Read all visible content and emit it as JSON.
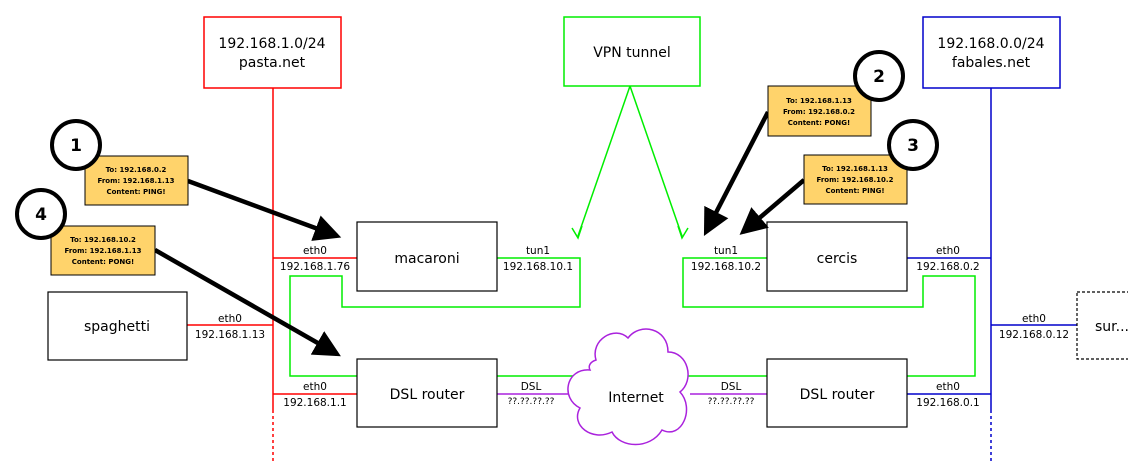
{
  "networks": {
    "left": {
      "line1": "192.168.1.0/24",
      "line2": "pasta.net",
      "color": "#ff0000"
    },
    "right": {
      "line1": "192.168.0.0/24",
      "line2": "fabales.net",
      "color": "#0000cc"
    },
    "vpn": {
      "label": "VPN tunnel",
      "color": "#00ee00"
    }
  },
  "hosts": {
    "macaroni": "macaroni",
    "spaghetti": "spaghetti",
    "dsl_left": "DSL router",
    "cercis": "cercis",
    "dsl_right": "DSL router",
    "sur": "sur...",
    "internet": "Internet"
  },
  "interfaces": {
    "macaroni_eth0": {
      "name": "eth0",
      "ip": "192.168.1.76"
    },
    "macaroni_tun1": {
      "name": "tun1",
      "ip": "192.168.10.1"
    },
    "spaghetti_eth0": {
      "name": "eth0",
      "ip": "192.168.1.13"
    },
    "dsl_left_eth0": {
      "name": "eth0",
      "ip": "192.168.1.1"
    },
    "dsl_left_dsl": {
      "name": "DSL",
      "ip": "??.??.??.??"
    },
    "cercis_tun1": {
      "name": "tun1",
      "ip": "192.168.10.2"
    },
    "cercis_eth0": {
      "name": "eth0",
      "ip": "192.168.0.2"
    },
    "sur_eth0": {
      "name": "eth0",
      "ip": "192.168.0.12"
    },
    "dsl_right_dsl": {
      "name": "DSL",
      "ip": "??.??.??.??"
    },
    "dsl_right_eth0": {
      "name": "eth0",
      "ip": "192.168.0.1"
    }
  },
  "packets": [
    {
      "number": "1",
      "to": "To: 192.168.0.2",
      "from": "From: 192.168.1.13",
      "content": "Content: PING!"
    },
    {
      "number": "2",
      "to": "To: 192.168.1.13",
      "from": "From: 192.168.0.2",
      "content": "Content: PONG!"
    },
    {
      "number": "3",
      "to": "To: 192.168.1.13",
      "from": "From: 192.168.10.2",
      "content": "Content: PING!"
    },
    {
      "number": "4",
      "to": "To: 192.168.10.2",
      "from": "From: 192.168.1.13",
      "content": "Content: PONG!"
    }
  ],
  "colors": {
    "note_fill": "#ffd36b",
    "cloud": "#aa22dd"
  }
}
